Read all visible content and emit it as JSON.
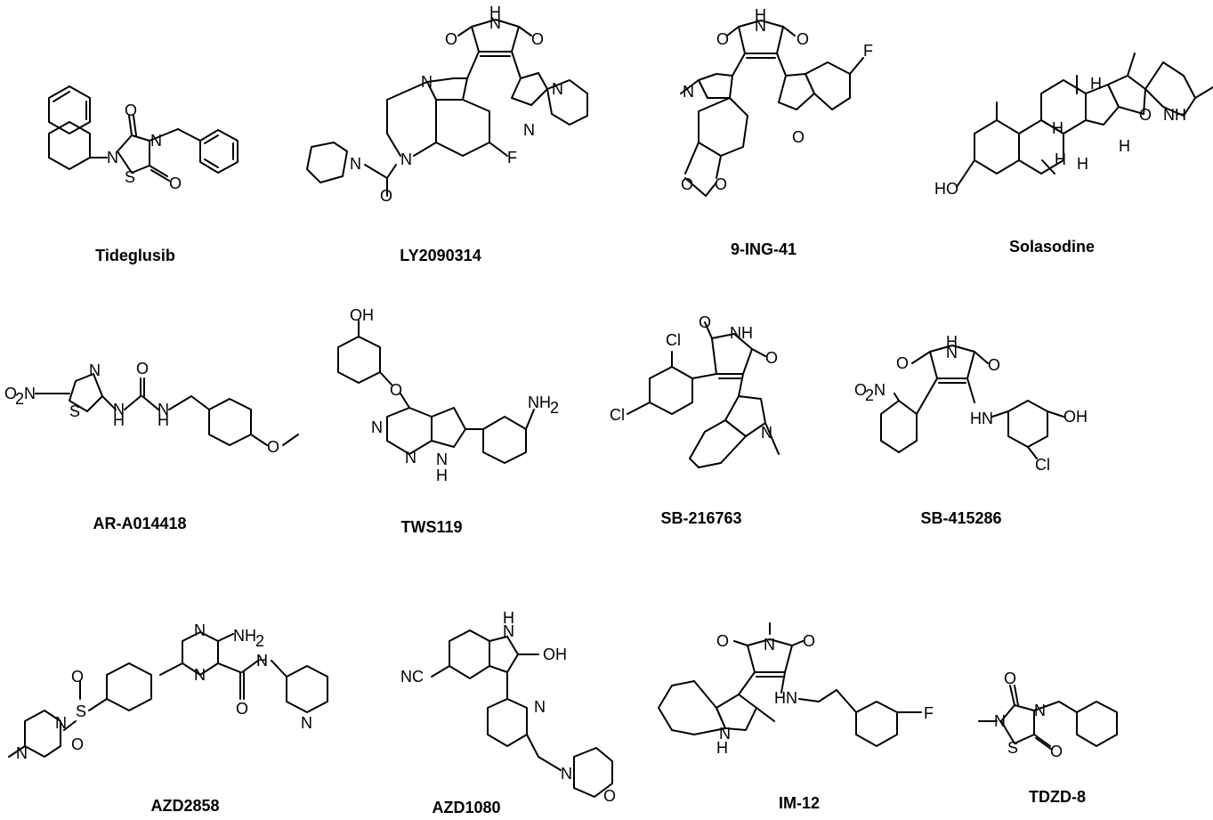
{
  "compounds": [
    {
      "name": "Tideglusib"
    },
    {
      "name": "LY2090314"
    },
    {
      "name": "9-ING-41"
    },
    {
      "name": "Solasodine"
    },
    {
      "name": "AR-A014418"
    },
    {
      "name": "TWS119"
    },
    {
      "name": "SB-216763"
    },
    {
      "name": "SB-415286"
    },
    {
      "name": "AZD2858"
    },
    {
      "name": "AZD1080"
    },
    {
      "name": "IM-12"
    },
    {
      "name": "TDZD-8"
    }
  ],
  "atom_labels": {
    "N": "N",
    "O": "O",
    "S": "S",
    "F": "F",
    "Cl": "Cl",
    "NH": "NH",
    "HN": "HN",
    "H": "H",
    "OH": "OH",
    "HO": "HO",
    "NH2": "NH",
    "sub2": "2",
    "O2N": "O",
    "NC": "NC"
  }
}
